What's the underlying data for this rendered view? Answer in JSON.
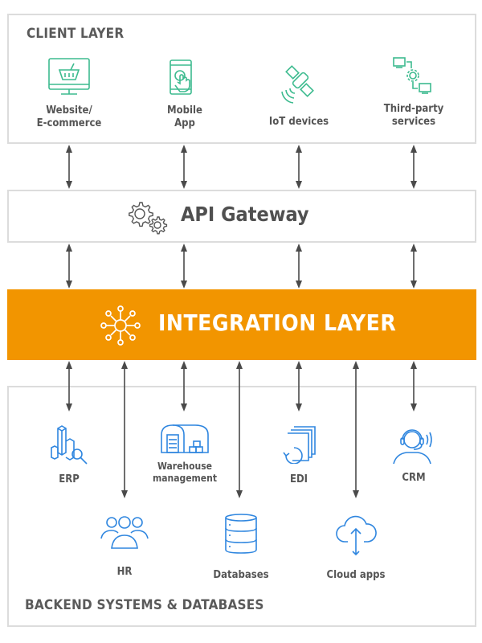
{
  "colors": {
    "client_icon": "#3dbb8f",
    "backend_icon": "#2f86df",
    "integration_bg": "#f29500",
    "border": "#dcdcdc",
    "text": "#555555",
    "arrow": "#4a4a4a"
  },
  "client_layer": {
    "title": "CLIENT LAYER",
    "items": [
      {
        "icon": "ecommerce-monitor-icon",
        "line1": "Website/",
        "line2": "E-commerce"
      },
      {
        "icon": "mobile-touch-icon",
        "line1": "Mobile",
        "line2": "App"
      },
      {
        "icon": "satellite-icon",
        "line1": "IoT devices",
        "line2": ""
      },
      {
        "icon": "connected-services-icon",
        "line1": "Third-party",
        "line2": "services"
      }
    ]
  },
  "api_gateway": {
    "icon": "gears-icon",
    "label": "API Gateway"
  },
  "integration_layer": {
    "icon": "network-hub-icon",
    "label": "INTEGRATION LAYER"
  },
  "backend_layer": {
    "title": "BACKEND SYSTEMS & DATABASES",
    "items": [
      {
        "icon": "erp-chart-search-icon",
        "line1": "ERP",
        "line2": ""
      },
      {
        "icon": "warehouse-icon",
        "line1": "Warehouse",
        "line2": "management"
      },
      {
        "icon": "edi-documents-icon",
        "line1": "EDI",
        "line2": ""
      },
      {
        "icon": "headset-agent-icon",
        "line1": "CRM",
        "line2": ""
      },
      {
        "icon": "people-group-icon",
        "line1": "HR",
        "line2": ""
      },
      {
        "icon": "database-icon",
        "line1": "Databases",
        "line2": ""
      },
      {
        "icon": "cloud-upload-icon",
        "line1": "Cloud apps",
        "line2": ""
      }
    ]
  },
  "connections": {
    "client_to_gateway": [
      "Website/E-commerce",
      "Mobile App",
      "IoT devices",
      "Third-party services"
    ],
    "gateway_to_integration": [
      "Website/E-commerce",
      "Mobile App",
      "IoT devices",
      "Third-party services"
    ],
    "integration_to_backend": [
      "ERP",
      "HR",
      "Warehouse management",
      "Databases",
      "EDI",
      "Cloud apps",
      "CRM"
    ]
  }
}
